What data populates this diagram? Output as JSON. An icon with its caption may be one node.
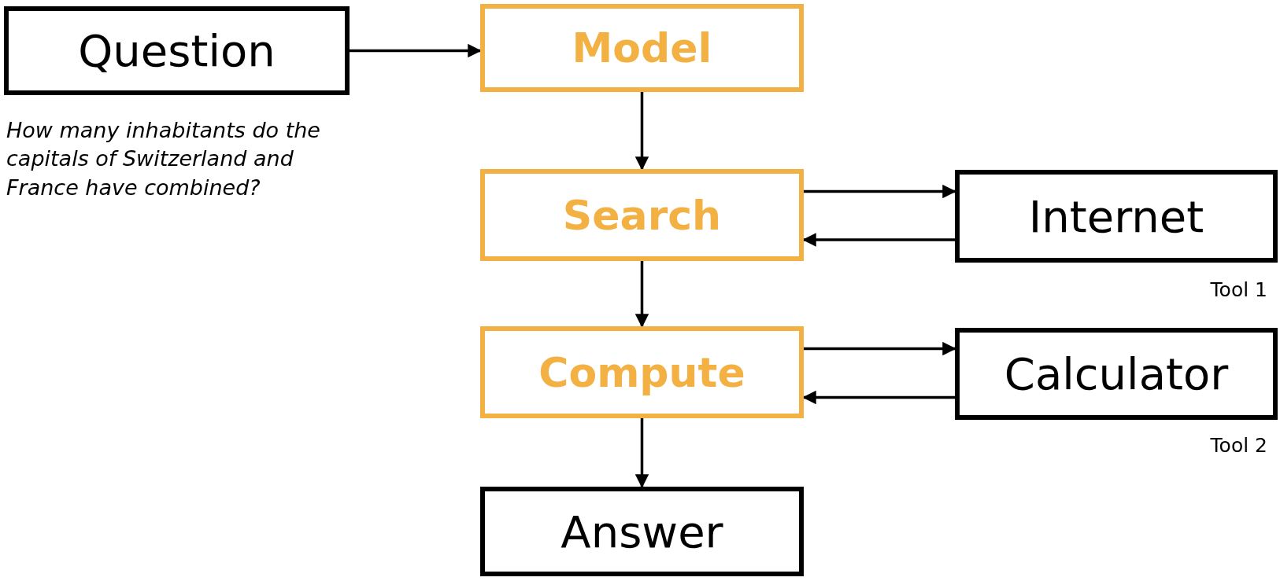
{
  "diagram": {
    "nodes": [
      {
        "text": [
          "Question"
        ],
        "beside": [
          "How many inhabitants do the capitals of Switzerland and France have combined?"
        ]
      },
      {
        "text": [
          "Model"
        ]
      },
      {
        "text": [
          "Search"
        ]
      },
      {
        "text": [
          "Internet"
        ],
        "beside": [
          "Tool 1"
        ]
      },
      {
        "text": [
          "Compute"
        ]
      },
      {
        "text": [
          "Calculator"
        ],
        "beside": [
          "Tool 2"
        ]
      },
      {
        "text": [
          "Answer"
        ]
      }
    ],
    "edges": [
      {
        "from": 0,
        "to": 1,
        "arrow": "to"
      },
      {
        "from": 1,
        "to": 2,
        "arrow": "to"
      },
      {
        "from": 2,
        "to": 3,
        "arrow": "to"
      },
      {
        "from": 3,
        "to": 2,
        "arrow": "to"
      },
      {
        "from": 2,
        "to": 4,
        "arrow": "to"
      },
      {
        "from": 4,
        "to": 5,
        "arrow": "to"
      },
      {
        "from": 5,
        "to": 4,
        "arrow": "to"
      },
      {
        "from": 4,
        "to": 6,
        "arrow": "to"
      }
    ]
  }
}
